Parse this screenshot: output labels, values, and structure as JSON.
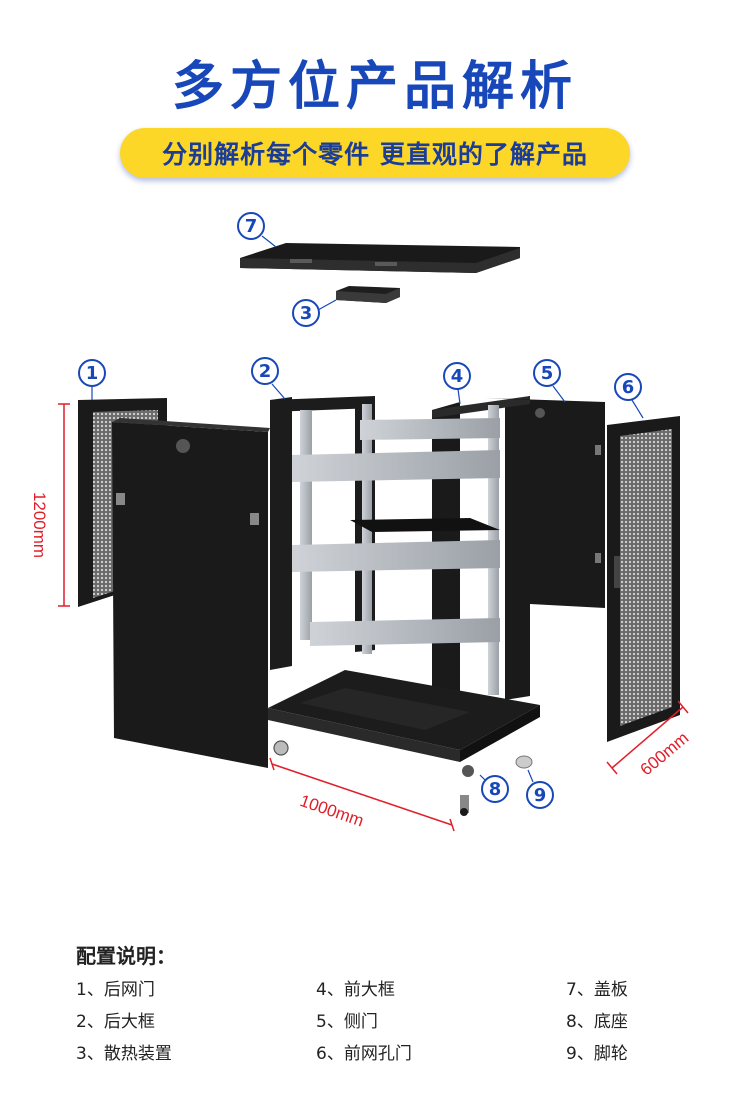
{
  "title": "多方位产品解析",
  "subtitle": "分别解析每个零件 更直观的了解产品",
  "callouts": [
    "①",
    "②",
    "③",
    "④",
    "⑤",
    "⑥",
    "⑦",
    "⑧",
    "⑨"
  ],
  "dimensions": {
    "height": "1200mm",
    "width": "1000mm",
    "depth": "600mm"
  },
  "config": {
    "heading": "配置说明：",
    "items": [
      "1、后网门",
      "4、前大框",
      "7、盖板",
      "2、后大框",
      "5、侧门",
      "8、底座",
      "3、散热装置",
      "6、前网孔门",
      "9、脚轮"
    ]
  },
  "colors": {
    "title": "#1747b8",
    "pill": "#fdd728",
    "pill_text": "#1b3d97",
    "dimension": "#e01f2a",
    "panel": "#1a1a1a"
  }
}
